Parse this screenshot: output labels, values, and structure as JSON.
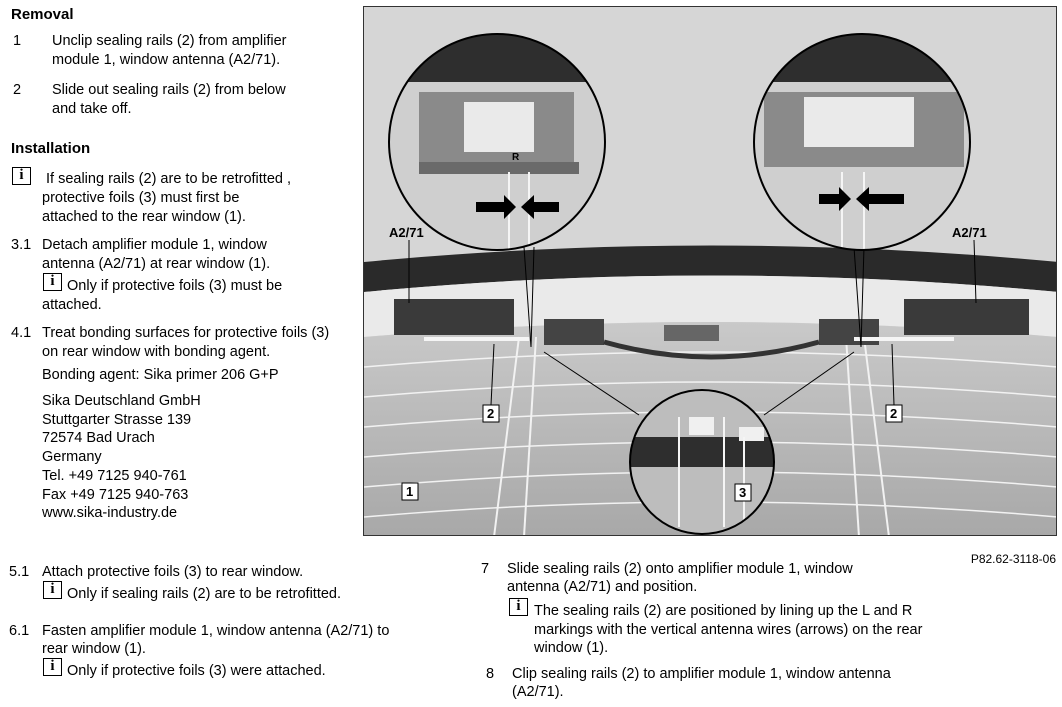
{
  "removal": {
    "heading": "Removal",
    "steps": [
      {
        "num": "1",
        "lines": [
          "Unclip sealing rails (2) from amplifier",
          "module 1, window antenna (A2/71)."
        ]
      },
      {
        "num": "2",
        "lines": [
          "Slide out sealing rails (2) from below",
          "and take off."
        ]
      }
    ]
  },
  "installation": {
    "heading": "Installation",
    "note_intro": {
      "lines": [
        "If sealing rails (2) are to be retrofitted ,",
        "protective foils (3) must first be",
        "attached to the rear window (1)."
      ]
    },
    "step_3_1": {
      "num": "3.1",
      "lines": [
        "Detach amplifier module 1, window",
        "antenna (A2/71) at rear window (1)."
      ],
      "note": [
        "Only if protective foils (3) must be",
        "attached."
      ]
    },
    "step_4_1": {
      "num": "4.1",
      "lines": [
        "Treat bonding surfaces for protective foils (3)",
        "on rear window with bonding agent."
      ],
      "agent": "Bonding agent: Sika primer 206 G+P",
      "address": [
        "Sika Deutschland GmbH",
        "Stuttgarter Strasse 139",
        "72574 Bad Urach",
        "Germany",
        "Tel. +49 7125 940-761",
        "Fax +49 7125 940-763",
        "www.sika-industry.de"
      ]
    },
    "step_5_1": {
      "num": "5.1",
      "line": "Attach protective foils (3) to rear window.",
      "note": "Only if sealing rails (2) are to be retrofitted."
    },
    "step_6_1": {
      "num": "6.1",
      "lines": [
        "Fasten amplifier module 1, window antenna (A2/71) to",
        "rear window (1)."
      ],
      "note": "Only if protective foils (3) were attached."
    },
    "step_7": {
      "num": "7",
      "lines": [
        "Slide sealing rails (2) onto amplifier module 1, window",
        "antenna (A2/71) and position."
      ],
      "note": [
        "The sealing rails (2) are positioned by lining up the L and R",
        "markings with the vertical antenna wires (arrows) on the rear",
        "window (1)."
      ]
    },
    "step_8": {
      "num": "8",
      "lines": [
        "Clip sealing rails (2) to amplifier module 1, window antenna",
        "(A2/71)."
      ]
    }
  },
  "info_icon": "i",
  "figure": {
    "labels": {
      "a2_71_left": "A2/71",
      "a2_71_right": "A2/71",
      "two_left": "2",
      "two_right": "2",
      "three": "3",
      "one": "1",
      "marker": "R"
    },
    "caption": "P82.62-3118-06"
  }
}
